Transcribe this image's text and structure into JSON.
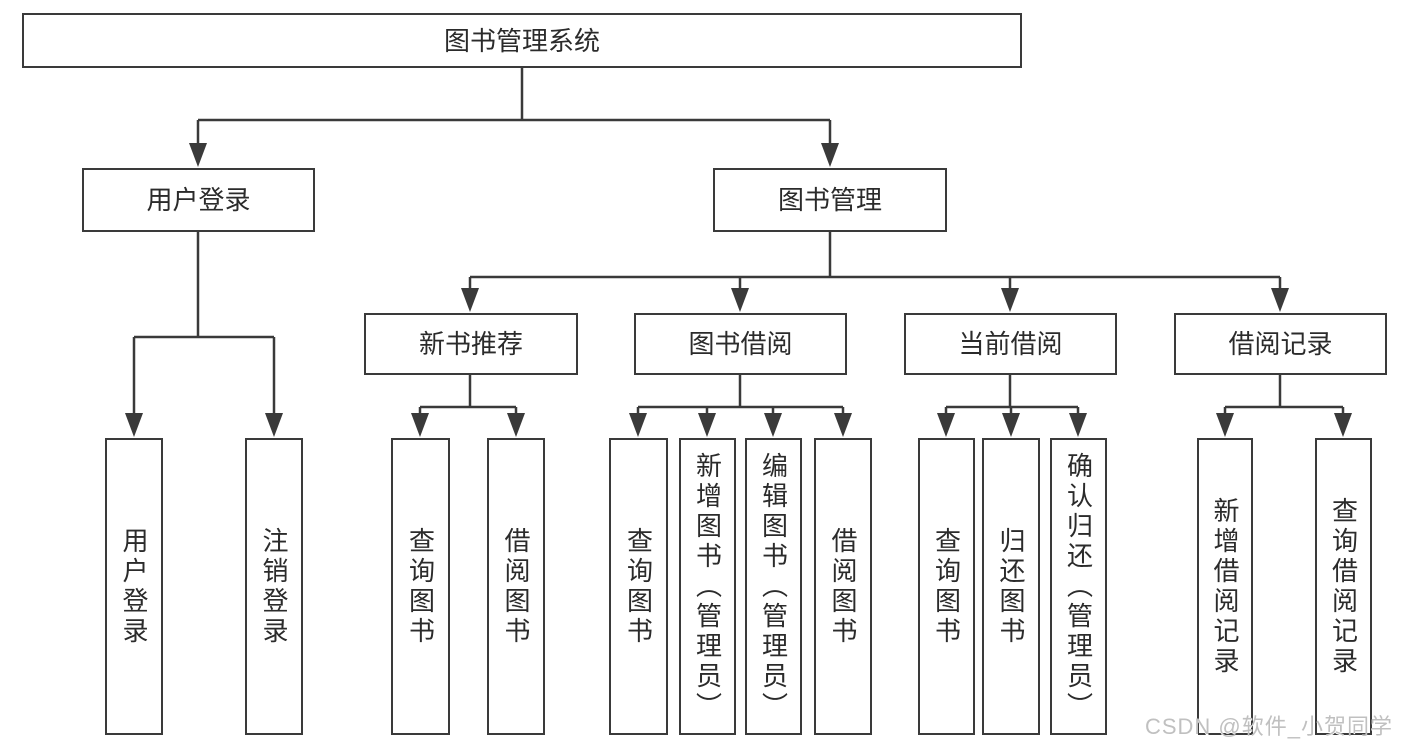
{
  "tree": {
    "root": {
      "label": "图书管理系统"
    },
    "children": [
      {
        "label": "用户登录",
        "children": [
          {
            "label": "用户登录"
          },
          {
            "label": "注销登录"
          }
        ]
      },
      {
        "label": "图书管理",
        "children": [
          {
            "label": "新书推荐",
            "children": [
              {
                "label": "查询图书"
              },
              {
                "label": "借阅图书"
              }
            ]
          },
          {
            "label": "图书借阅",
            "children": [
              {
                "label": "查询图书"
              },
              {
                "label": "新增图书（管理员）"
              },
              {
                "label": "编辑图书（管理员）"
              },
              {
                "label": "借阅图书"
              }
            ]
          },
          {
            "label": "当前借阅",
            "children": [
              {
                "label": "查询图书"
              },
              {
                "label": "归还图书"
              },
              {
                "label": "确认归还（管理员）"
              }
            ]
          },
          {
            "label": "借阅记录",
            "children": [
              {
                "label": "新增借阅记录"
              },
              {
                "label": "查询借阅记录"
              }
            ]
          }
        ]
      }
    ]
  },
  "watermark": "CSDN @软件_小贺同学",
  "colors": {
    "line": "#3a3a3a",
    "text": "#2b2b2b",
    "background": "#ffffff",
    "watermark": "#c0c0c0"
  }
}
